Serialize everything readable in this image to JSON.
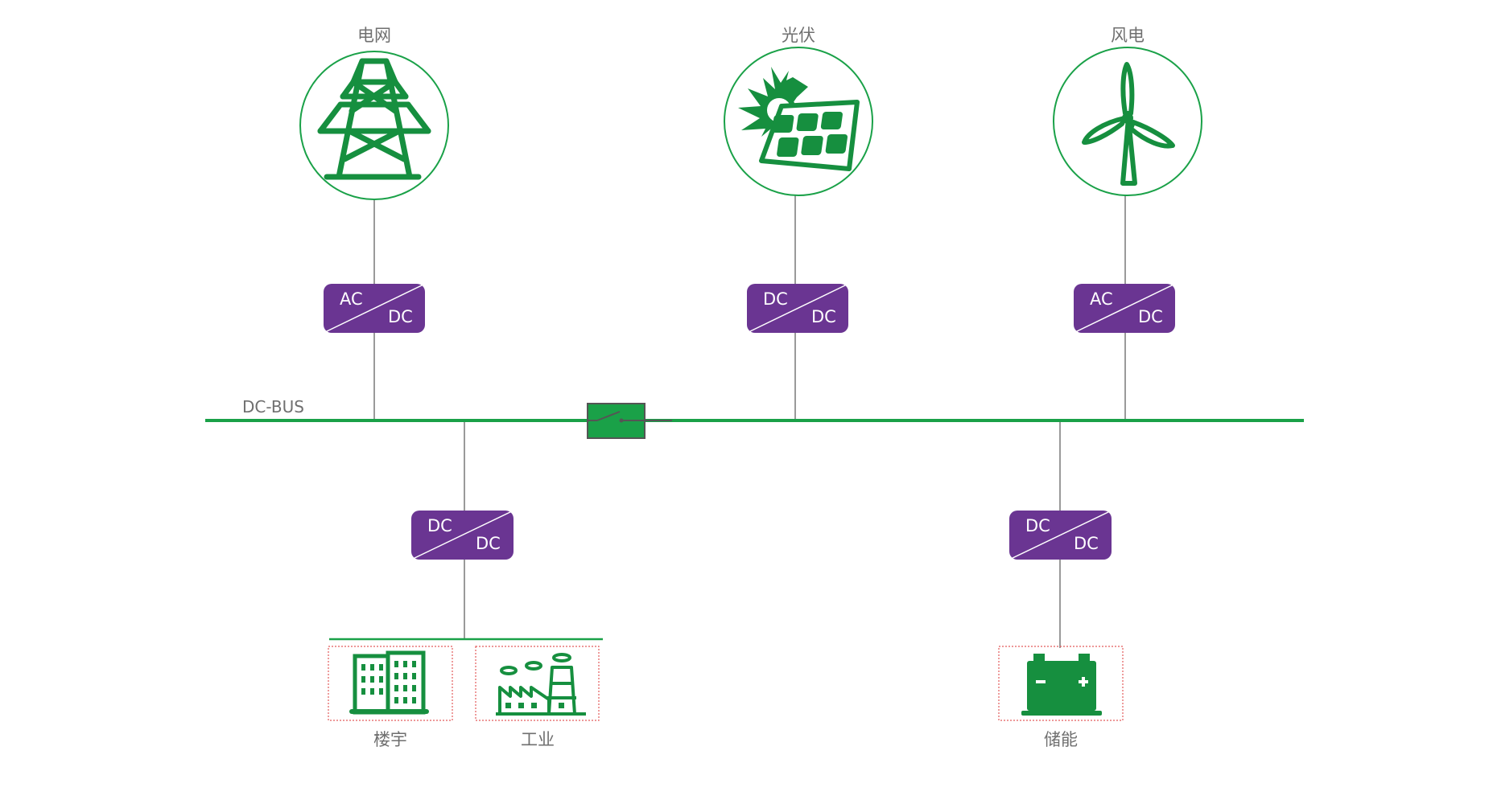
{
  "colors": {
    "bus": "#1aa148",
    "icon": "#168f3f",
    "converter": "#6a3592",
    "wire": "#808080",
    "label": "#6f6f6f",
    "load_border": "#e35a5a"
  },
  "bus": {
    "label": "DC-BUS"
  },
  "sources": [
    {
      "label": "电网",
      "icon": "transmission-tower-icon"
    },
    {
      "label": "光伏",
      "icon": "solar-panel-icon"
    },
    {
      "label": "风电",
      "icon": "wind-turbine-icon"
    }
  ],
  "converters": [
    {
      "top": "AC",
      "bottom": "DC"
    },
    {
      "top": "DC",
      "bottom": "DC"
    },
    {
      "top": "AC",
      "bottom": "DC"
    },
    {
      "top": "DC",
      "bottom": "DC"
    },
    {
      "top": "DC",
      "bottom": "DC"
    }
  ],
  "breaker": {
    "icon": "breaker-switch-icon"
  },
  "loads": [
    {
      "label": "楼宇",
      "icon": "building-icon"
    },
    {
      "label": "工业",
      "icon": "factory-icon"
    },
    {
      "label": "储能",
      "icon": "battery-icon"
    }
  ]
}
